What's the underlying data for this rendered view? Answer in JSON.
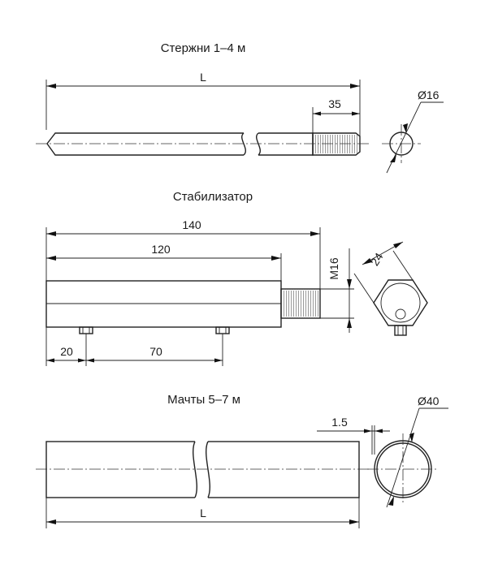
{
  "sections": {
    "rods": {
      "title": "Стержни 1–4 м",
      "dim_length": "L",
      "dim_thread_length": "35",
      "dim_diameter": "Ø16"
    },
    "stabilizer": {
      "title": "Стабилизатор",
      "dim_overall": "140",
      "dim_body": "120",
      "dim_thread": "M16",
      "dim_hex": "24",
      "dim_offset": "20",
      "dim_spacing": "70"
    },
    "masts": {
      "title": "Мачты 5–7 м",
      "dim_diameter": "Ø40",
      "dim_wall": "1.5",
      "dim_length": "L"
    }
  }
}
